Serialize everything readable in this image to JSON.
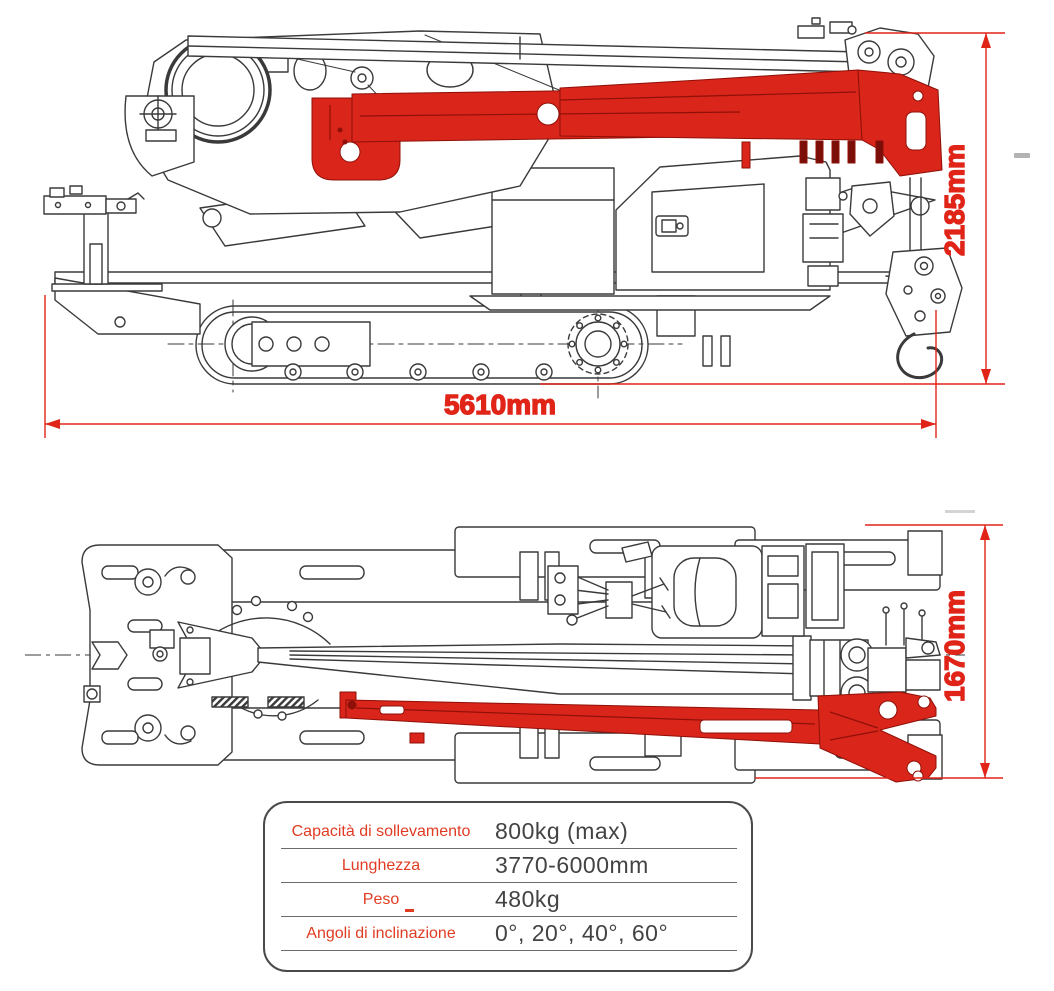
{
  "page": {
    "background": "#ffffff"
  },
  "colors": {
    "boom_red": "#d9251a",
    "dimension_red": "#e02418",
    "line_ink": "#3a3a3a",
    "table_label_red": "#e03c23",
    "table_value_gray": "#434343"
  },
  "side_view": {
    "length_label": "5610mm",
    "height_label": "2185mm"
  },
  "plan_view": {
    "width_label": "1670mm"
  },
  "spec_table": {
    "rows": [
      {
        "label": "Capacità di sollevamento",
        "value": "800kg (max)"
      },
      {
        "label": "Lunghezza",
        "value": "3770-6000mm"
      },
      {
        "label": "Peso",
        "value": "480kg"
      },
      {
        "label": "Angoli di inclinazione",
        "value": "0°, 20°, 40°, 60°"
      }
    ]
  }
}
